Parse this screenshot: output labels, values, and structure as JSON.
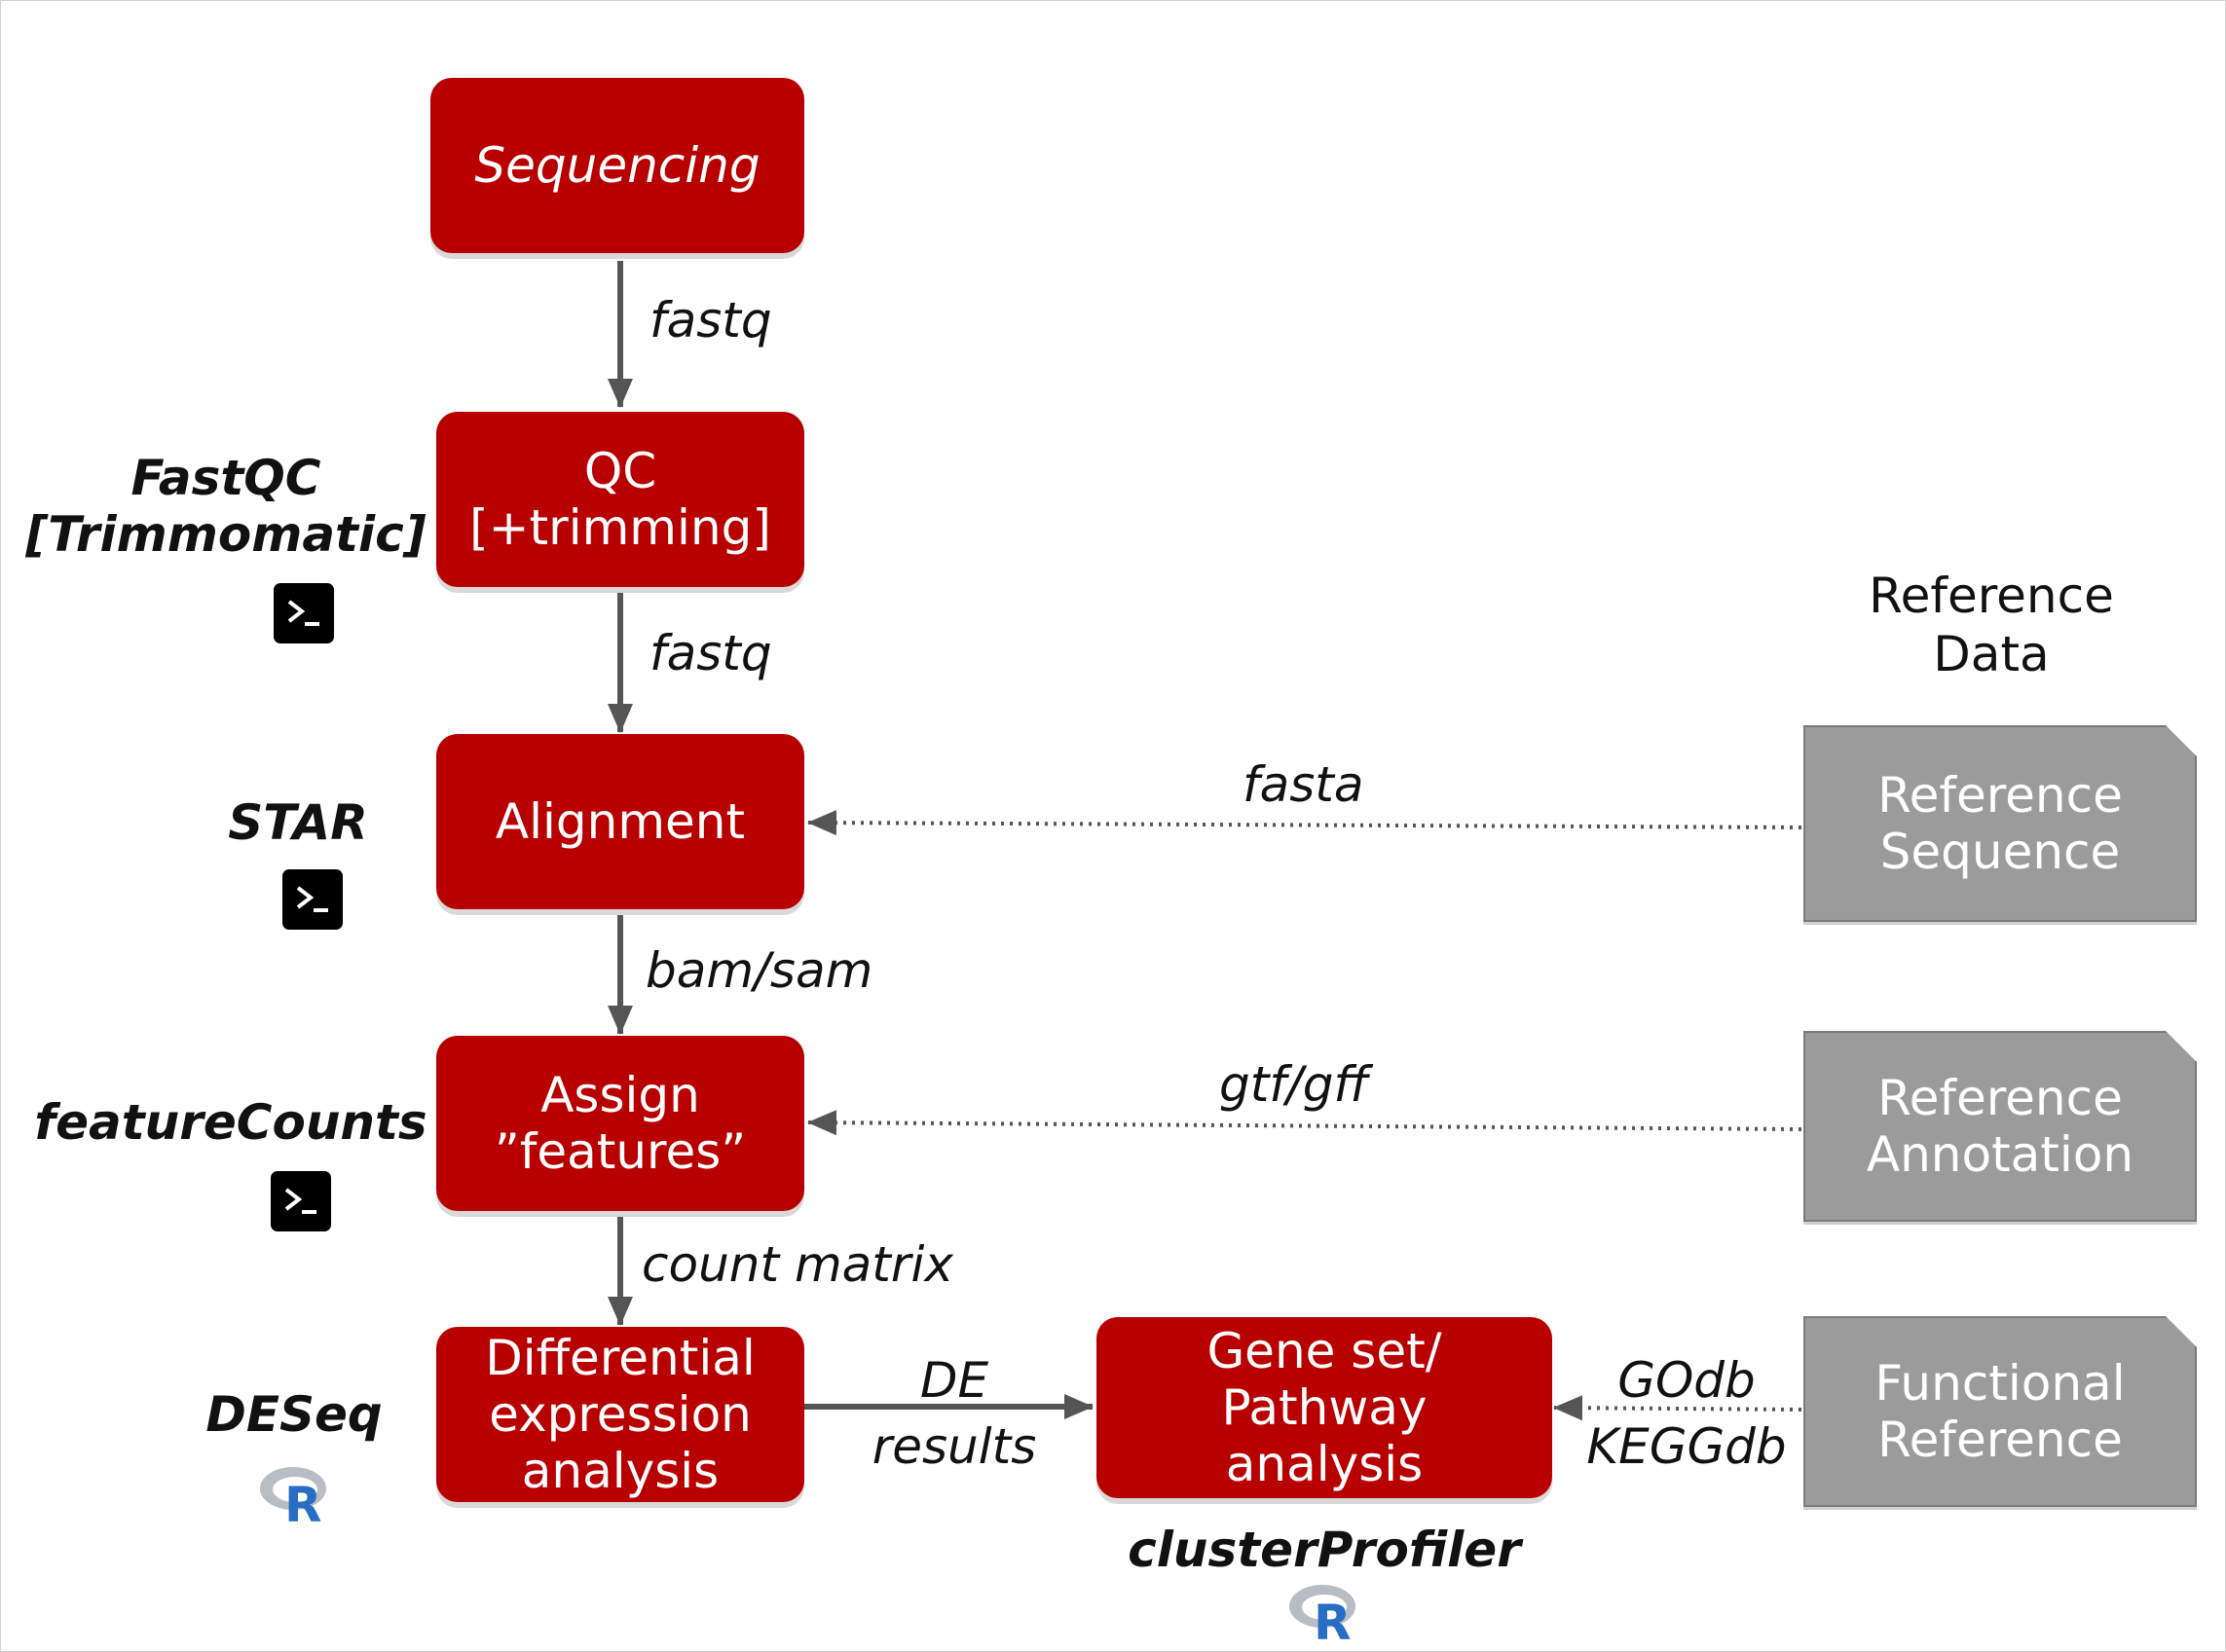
{
  "nodes": {
    "sequencing": "Sequencing",
    "qc": "QC\n[+trimming]",
    "alignment": "Alignment",
    "assign": "Assign\n”features”",
    "differential": "Differential\nexpression\nanalysis",
    "geneset": "Gene set/\nPathway\nanalysis"
  },
  "reference": {
    "heading": "Reference\nData",
    "sequence": "Reference\nSequence",
    "annotation": "Reference\nAnnotation",
    "functional": "Functional\nReference"
  },
  "edges": {
    "seq_qc": "fastq",
    "qc_align": "fastq",
    "align_assign": "bam/sam",
    "assign_de": "count matrix",
    "de_geneset": "DE\nresults",
    "refseq_align": "fasta",
    "refannot_assign": "gtf/gff",
    "funcref_geneset": "GOdb\nKEGGdb"
  },
  "tools": {
    "qc": "FastQC\n[Trimmomatic]",
    "alignment": "STAR",
    "assign": "featureCounts",
    "differential": "DESeq",
    "geneset": "clusterProfiler"
  },
  "icons": {
    "terminal": "terminal-icon",
    "r": "r-logo-icon"
  },
  "colors": {
    "process": "#b80000",
    "reference": "#9b9b9b",
    "arrow": "#555555"
  }
}
